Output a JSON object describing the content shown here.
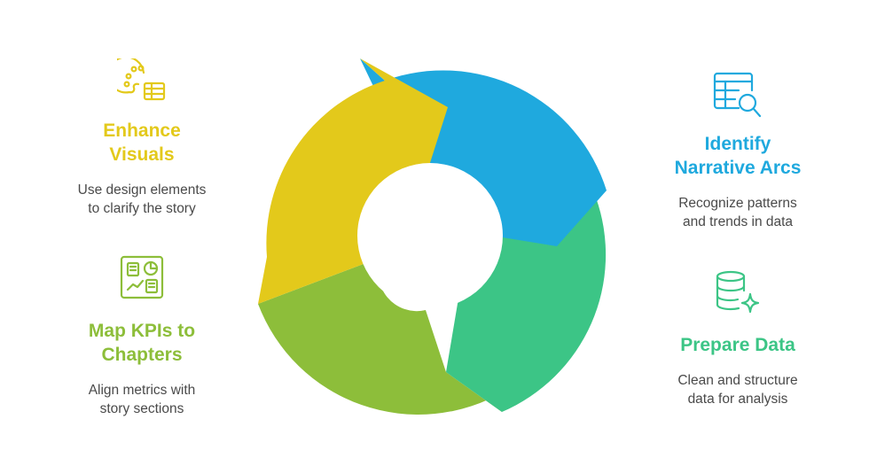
{
  "colors": {
    "yellow": "#E3C91B",
    "blue": "#1FA9DE",
    "green": "#3CC586",
    "lime": "#8DBE3A"
  },
  "steps": {
    "enhance_visuals": {
      "icon": "palette-icon",
      "title": "Enhance\nVisuals",
      "description": "Use design elements\nto clarify the story"
    },
    "identify_arcs": {
      "icon": "table-search-icon",
      "title": "Identify\nNarrative Arcs",
      "description": "Recognize patterns\nand trends in data"
    },
    "prepare_data": {
      "icon": "database-sparkle-icon",
      "title": "Prepare Data",
      "description": "Clean and structure\ndata for analysis"
    },
    "map_kpis": {
      "icon": "dashboard-icon",
      "title": "Map KPIs to\nChapters",
      "description": "Align metrics with\nstory sections"
    }
  }
}
